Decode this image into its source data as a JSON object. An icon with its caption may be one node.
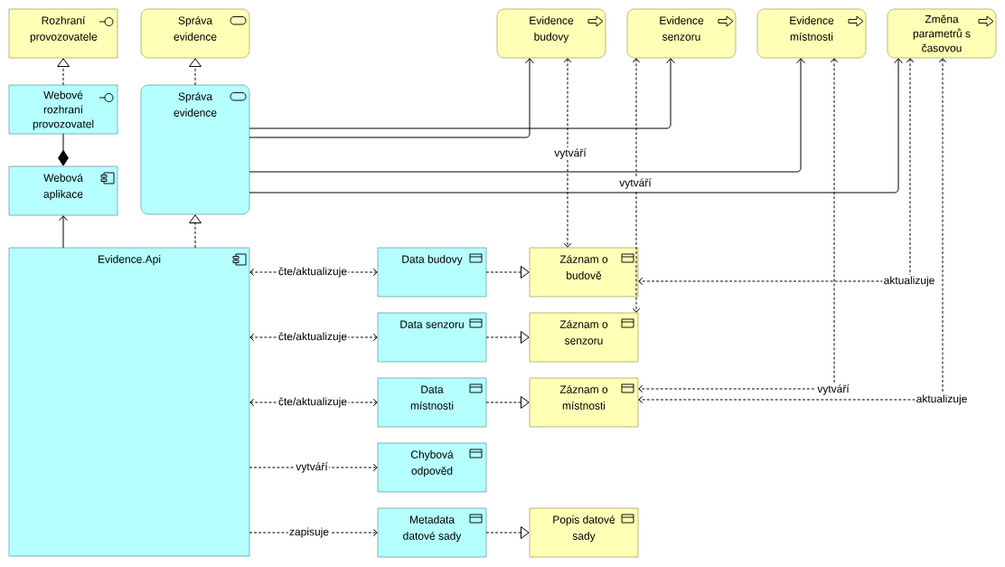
{
  "diagram": {
    "nodes": [
      {
        "text": [
          "Rozhraní provozovatele"
        ]
      },
      {
        "text": [
          "Správa evidence"
        ]
      },
      {
        "text": [
          "Evidence budovy"
        ]
      },
      {
        "text": [
          "Evidence senzoru"
        ]
      },
      {
        "text": [
          "Evidence místnosti"
        ]
      },
      {
        "text": [
          "Změna parametrů s časovou"
        ]
      },
      {
        "text": [
          "Webové rozhraní provozovatel"
        ]
      },
      {
        "text": [
          "Správa evidence"
        ]
      },
      {
        "text": [
          "Webová aplikace"
        ]
      },
      {
        "text": [
          "Evidence.Api"
        ]
      },
      {
        "text": [
          "Data budovy"
        ]
      },
      {
        "text": [
          "Záznam o budově"
        ]
      },
      {
        "text": [
          "Data senzoru"
        ]
      },
      {
        "text": [
          "Záznam o senzoru"
        ]
      },
      {
        "text": [
          "Data místnosti"
        ]
      },
      {
        "text": [
          "Záznam o místnosti"
        ]
      },
      {
        "text": [
          "Chybová odpověd"
        ]
      },
      {
        "text": [
          "Metadata datové sady"
        ]
      },
      {
        "text": [
          "Popis datové sady"
        ]
      }
    ],
    "edges": [
      {
        "from": 6,
        "to": 0,
        "arrow": "to",
        "style": "dashed"
      },
      {
        "from": 7,
        "to": 1,
        "arrow": "to",
        "style": "dashed"
      },
      {
        "from": 8,
        "to": 6,
        "arrow": "other"
      },
      {
        "from": 9,
        "to": 8,
        "arrow": "to"
      },
      {
        "from": 9,
        "to": 7,
        "arrow": "to",
        "style": "dashed"
      },
      {
        "from": 7,
        "to": 2,
        "arrow": "to"
      },
      {
        "from": 7,
        "to": 3,
        "arrow": "to"
      },
      {
        "from": 7,
        "to": 4,
        "arrow": "to"
      },
      {
        "from": 7,
        "to": 5,
        "arrow": "to"
      },
      {
        "from": 2,
        "to": 11,
        "arrow": "both",
        "style": "dashed",
        "label": "vytváří"
      },
      {
        "from": 3,
        "to": 13,
        "arrow": "both",
        "style": "dashed",
        "label": "vytváří"
      },
      {
        "from": 4,
        "to": 15,
        "arrow": "both",
        "style": "dashed",
        "label": "vytváří"
      },
      {
        "from": 5,
        "to": 11,
        "arrow": "both",
        "style": "dashed",
        "label": "aktualizuje"
      },
      {
        "from": 5,
        "to": 15,
        "arrow": "both",
        "style": "dashed",
        "label": "aktualizuje"
      },
      {
        "from": 9,
        "to": 10,
        "arrow": "both",
        "style": "dashed",
        "label": "čte/aktualizuje"
      },
      {
        "from": 9,
        "to": 12,
        "arrow": "both",
        "style": "dashed",
        "label": "čte/aktualizuje"
      },
      {
        "from": 9,
        "to": 14,
        "arrow": "both",
        "style": "dashed",
        "label": "čte/aktualizuje"
      },
      {
        "from": 9,
        "to": 16,
        "arrow": "to",
        "style": "dashed",
        "label": "vytváří"
      },
      {
        "from": 9,
        "to": 17,
        "arrow": "to",
        "style": "dashed",
        "label": "zapisuje"
      },
      {
        "from": 10,
        "to": 11,
        "arrow": "to",
        "style": "dashed"
      },
      {
        "from": 12,
        "to": 13,
        "arrow": "to",
        "style": "dashed"
      },
      {
        "from": 14,
        "to": 15,
        "arrow": "to",
        "style": "dashed"
      },
      {
        "from": 17,
        "to": 18,
        "arrow": "to",
        "style": "dashed"
      }
    ]
  }
}
